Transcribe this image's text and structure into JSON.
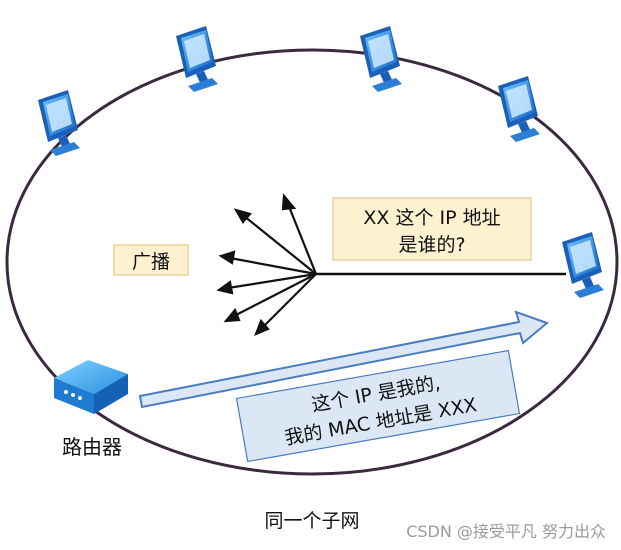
{
  "diagram": {
    "broadcast_label": "广播",
    "question_line1": "XX 这个 IP 地址",
    "question_line2": "是谁的?",
    "reply_line1": "这个 IP 是我的,",
    "reply_line2": "我的 MAC 地址是 XXX",
    "router_label": "路由器",
    "subnet_caption": "同一个子网"
  },
  "watermark": "CSDN @接受平凡 努力出众",
  "colors": {
    "ring": "#3b2a3f",
    "label_box_fill": "#fdf1d0",
    "label_box_stroke": "#e8c987",
    "reply_box_fill": "#dce7f6",
    "reply_box_stroke": "#4a7cc0",
    "monitor_blue": "#1f86e8",
    "router_blue": "#2b9be6"
  }
}
